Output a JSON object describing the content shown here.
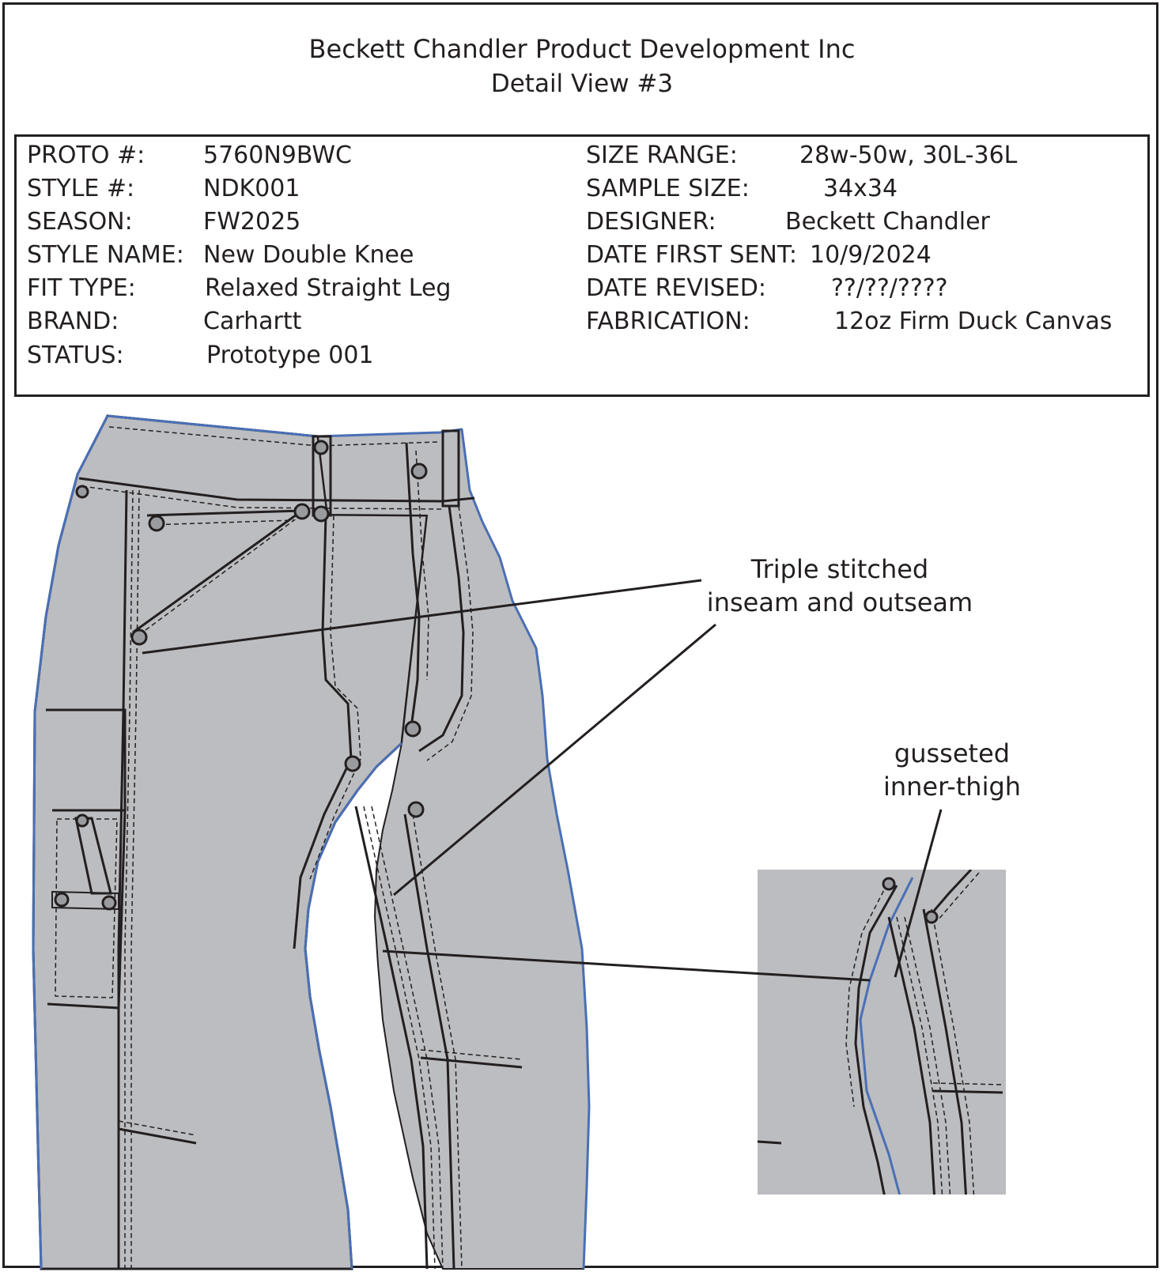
{
  "header": {
    "company": "Beckett Chandler Product Development Inc",
    "view": "Detail View #3"
  },
  "specs_left": [
    {
      "label": "PROTO #:",
      "value": "5760N9BWC"
    },
    {
      "label": "STYLE #:",
      "value": "NDK001"
    },
    {
      "label": "SEASON:",
      "value": "FW2025"
    },
    {
      "label": "STYLE NAME:",
      "value": "New Double Knee"
    },
    {
      "label": "FIT TYPE:",
      "value": "Relaxed Straight Leg"
    },
    {
      "label": "BRAND:",
      "value": "Carhartt"
    },
    {
      "label": "STATUS:",
      "value": "Prototype 001"
    }
  ],
  "specs_right": [
    {
      "label": "SIZE RANGE:",
      "value": "28w-50w, 30L-36L"
    },
    {
      "label": "SAMPLE SIZE:",
      "value": "34x34"
    },
    {
      "label": "DESIGNER:",
      "value": "Beckett Chandler"
    },
    {
      "label": "DATE FIRST SENT:",
      "value": "10/9/2024"
    },
    {
      "label": "DATE REVISED:",
      "value": "??/??/????"
    },
    {
      "label": "FABRICATION:",
      "value": "12oz Firm Duck Canvas"
    }
  ],
  "callouts": {
    "seam_line1": "Triple stitched",
    "seam_line2": "inseam and outseam",
    "gusset_line1": "gusseted",
    "gusset_line2": "inner-thigh"
  },
  "colors": {
    "fabric": "#bcbdc0",
    "outline": "#231f20",
    "edge_blue": "#4a6fb5"
  }
}
